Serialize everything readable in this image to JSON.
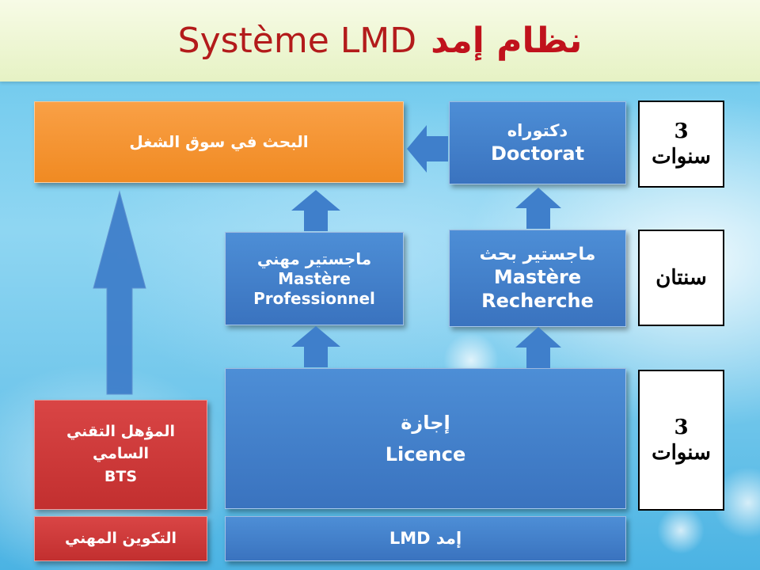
{
  "title": {
    "french": "Système LMD",
    "arabic": "نظام إمد"
  },
  "boxes": {
    "job_search": "البحث في سوق الشغل",
    "doctorat": {
      "ar": "دكتوراه",
      "fr": "Doctorat"
    },
    "master_pro": {
      "ar": "ماجستير مهني",
      "fr1": "Mastère",
      "fr2": "Professionnel"
    },
    "master_research": {
      "ar": "ماجستير بحث",
      "fr1": "Mastère",
      "fr2": "Recherche"
    },
    "licence": {
      "ar": "إجازة",
      "fr": "Licence"
    },
    "bts": {
      "ar1": "المؤهل التقني",
      "ar2": "السامي",
      "fr": "BTS"
    },
    "vocational": "التكوين المهني",
    "lmd_footer": "إمد LMD"
  },
  "durations": {
    "doctorat": {
      "num": "3",
      "unit": "سنوات"
    },
    "master": "سنتان",
    "licence": {
      "num": "3",
      "unit": "سنوات"
    }
  },
  "colors": {
    "blue": "#3a73bf",
    "orange": "#f08a22",
    "red": "#c22f2f",
    "title_red": "#c0121c",
    "title_bar": "#eef6d6"
  }
}
